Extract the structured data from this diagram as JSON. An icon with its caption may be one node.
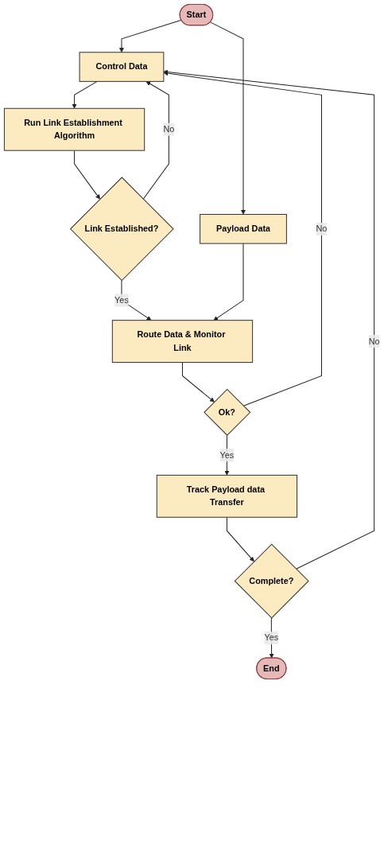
{
  "diagram": {
    "nodes": [
      {
        "text": [
          "Start"
        ]
      },
      {
        "text": [
          "Control Data"
        ]
      },
      {
        "text": [
          "Payload Data"
        ]
      },
      {
        "text": [
          "Run Link Establishment Algorithm"
        ]
      },
      {
        "text": [
          "Link Established?"
        ]
      },
      {
        "text": [
          "Route Data & Monitor Link"
        ]
      },
      {
        "text": [
          "Ok?"
        ]
      },
      {
        "text": [
          "Track Payload data Transfer"
        ]
      },
      {
        "text": [
          "Complete?"
        ]
      },
      {
        "text": [
          "End"
        ]
      }
    ],
    "edges": [
      {
        "from": 0,
        "to": 1,
        "arrow": "to"
      },
      {
        "from": 0,
        "to": 2,
        "arrow": "to"
      },
      {
        "from": 1,
        "to": 3,
        "arrow": "to"
      },
      {
        "from": 3,
        "to": 4,
        "arrow": "to"
      },
      {
        "from": 4,
        "to": 1,
        "arrow": "to",
        "label": "No"
      },
      {
        "from": 4,
        "to": 5,
        "arrow": "to",
        "label": "Yes"
      },
      {
        "from": 2,
        "to": 5,
        "arrow": "to"
      },
      {
        "from": 5,
        "to": 6,
        "arrow": "to"
      },
      {
        "from": 6,
        "to": 1,
        "arrow": "to",
        "label": "No"
      },
      {
        "from": 6,
        "to": 7,
        "arrow": "to",
        "label": "Yes"
      },
      {
        "from": 7,
        "to": 8,
        "arrow": "to"
      },
      {
        "from": 8,
        "to": 1,
        "arrow": "to",
        "label": "No"
      },
      {
        "from": 8,
        "to": 9,
        "arrow": "to",
        "label": "Yes"
      }
    ]
  }
}
